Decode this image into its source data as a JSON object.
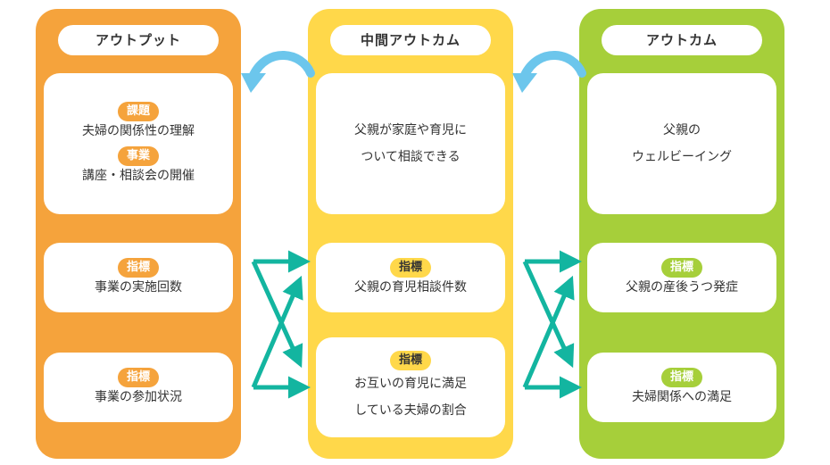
{
  "columns": [
    {
      "header": "アウトプット",
      "top_card": {
        "badge1": "課題",
        "text1": "夫婦の関係性の理解",
        "badge2": "事業",
        "text2": "講座・相談会の開催"
      },
      "indicators": [
        {
          "badge": "指標",
          "text": "事業の実施回数"
        },
        {
          "badge": "指標",
          "text": "事業の参加状況"
        }
      ]
    },
    {
      "header": "中間アウトカム",
      "top_card": {
        "line1": "父親が家庭や育児に",
        "line2": "ついて相談できる"
      },
      "indicators": [
        {
          "badge": "指標",
          "text": "父親の育児相談件数"
        },
        {
          "badge": "指標",
          "line1": "お互いの育児に満足",
          "line2": "している夫婦の割合"
        }
      ]
    },
    {
      "header": "アウトカム",
      "top_card": {
        "line1": "父親の",
        "line2": "ウェルビーイング"
      },
      "indicators": [
        {
          "badge": "指標",
          "text": "父親の産後うつ発症"
        },
        {
          "badge": "指標",
          "text": "夫婦関係への満足"
        }
      ]
    }
  ],
  "colors": {
    "output": "#F5A33C",
    "intermediate": "#FFD84A",
    "outcome": "#A6CF3A",
    "arrow_teal": "#13B5A0",
    "arrow_blue": "#6CC6EC"
  }
}
